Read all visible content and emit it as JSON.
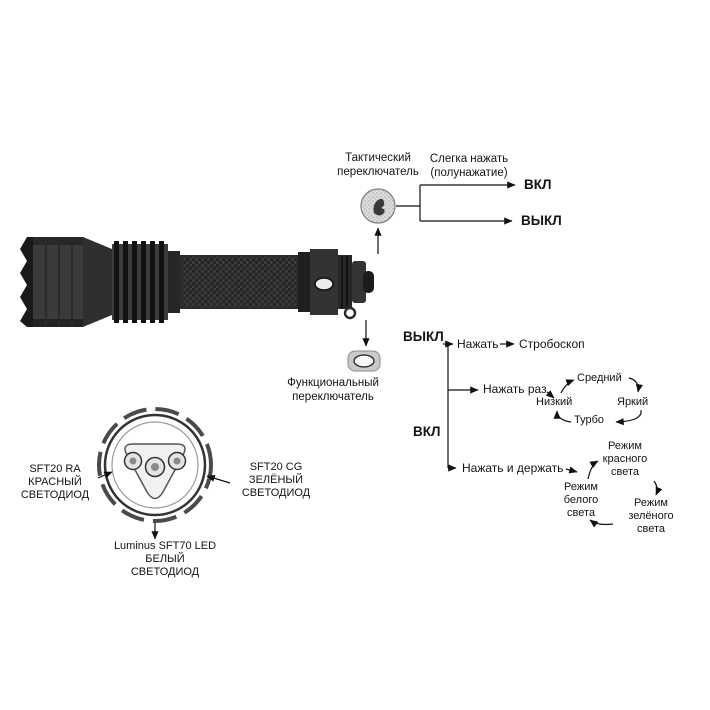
{
  "labels": {
    "tactical_switch": "Тактический\nпереключатель",
    "light_press": "Слегка нажать\n(полунажатие)",
    "on_top": "ВКЛ",
    "off_top": "ВЫКЛ",
    "off_bottom": "ВЫКЛ",
    "press": "Нажать",
    "strobe": "Стробоскоп",
    "on_bottom": "ВКЛ",
    "press_once": "Нажать раз",
    "low": "Низкий",
    "medium": "Средний",
    "high": "Яркий",
    "turbo": "Турбо",
    "press_hold": "Нажать и держать",
    "white_mode": "Режим\nбелого\nсвета",
    "red_mode": "Режим\nкрасного\nсвета",
    "green_mode": "Режим\nзелёного\nсвета",
    "functional_switch": "Функциональный\nпереключатель",
    "red_led": "SFT20 RA\nКРАСНЫЙ\nСВЕТОДИОД",
    "green_led": "SFT20 CG\nЗЕЛЁНЫЙ\nСВЕТОДИОД",
    "white_led": "Luminus SFT70 LED\nБЕЛЫЙ\nСВЕТОДИОД"
  },
  "icons": {
    "tactical_switch_icon": "textured-ball-button",
    "functional_switch_icon": "oval-side-button"
  },
  "colors": {
    "ink": "#111111",
    "body_dark": "#1c1c1c",
    "body_mid": "#333333",
    "body_light": "#3c3c3c",
    "switch_face": "#ececec",
    "background": "#ffffff"
  }
}
